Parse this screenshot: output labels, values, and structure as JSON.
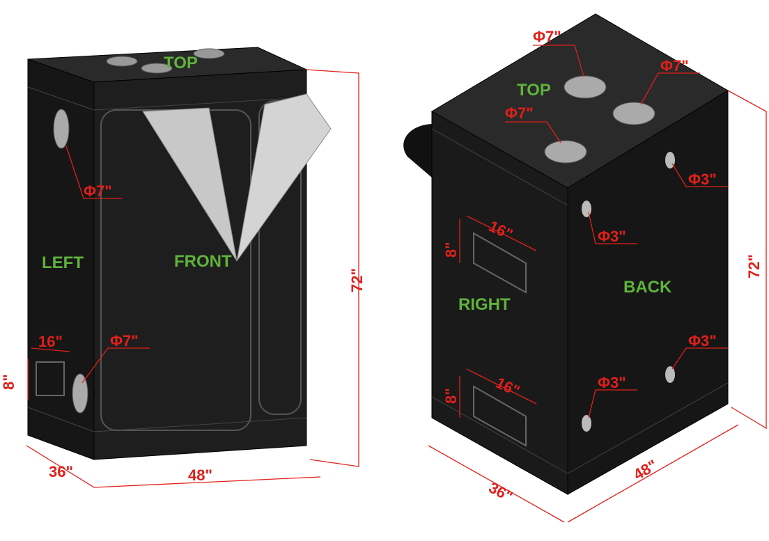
{
  "left_tent": {
    "faces": {
      "top": "TOP",
      "left": "LEFT",
      "front": "FRONT"
    },
    "dims": {
      "hole_upper": "Φ7\"",
      "hole_lower": "Φ7\"",
      "vent_width": "16\"",
      "vent_height": "8\"",
      "depth": "36\"",
      "width": "48\"",
      "height": "72\""
    }
  },
  "right_tent": {
    "faces": {
      "top": "TOP",
      "right": "RIGHT",
      "back": "BACK"
    },
    "dims": {
      "top_hole_1": "Φ7\"",
      "top_hole_2": "Φ7\"",
      "top_hole_3": "Φ7\"",
      "back_hole_1": "Φ3\"",
      "back_hole_2": "Φ3\"",
      "back_hole_3": "Φ3\"",
      "back_hole_4": "Φ3\"",
      "vent_upper_width": "16\"",
      "vent_upper_height": "8\"",
      "vent_lower_width": "16\"",
      "vent_lower_height": "8\"",
      "depth": "36\"",
      "width": "48\"",
      "height": "72\""
    }
  },
  "colors": {
    "tent": "#1c1c1c",
    "dimension": "#e0201a",
    "label": "#5fb33a"
  }
}
